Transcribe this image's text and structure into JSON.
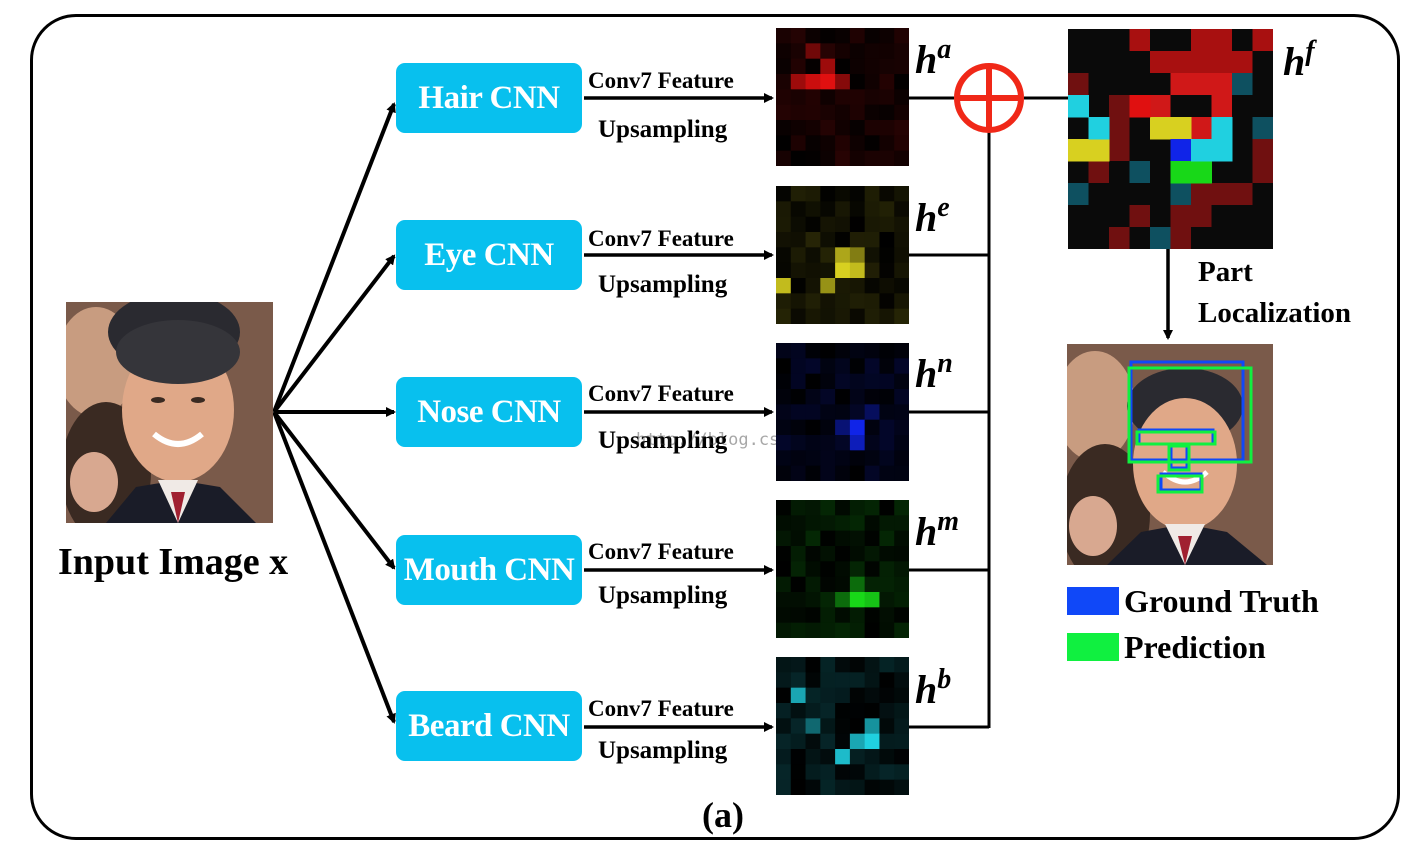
{
  "input": {
    "label": "Input Image x"
  },
  "branches": [
    {
      "name": "Hair CNN",
      "conv": "Conv7 Feature",
      "ups": "Upsampling",
      "h_base": "h",
      "h_sup": "a",
      "color": "#e01010"
    },
    {
      "name": "Eye CNN",
      "conv": "Conv7 Feature",
      "ups": "Upsampling",
      "h_base": "h",
      "h_sup": "e",
      "color": "#d8d020"
    },
    {
      "name": "Nose CNN",
      "conv": "Conv7 Feature",
      "ups": "Upsampling",
      "h_base": "h",
      "h_sup": "n",
      "color": "#1024e8"
    },
    {
      "name": "Mouth CNN",
      "conv": "Conv7 Feature",
      "ups": "Upsampling",
      "h_base": "h",
      "h_sup": "m",
      "color": "#18d818"
    },
    {
      "name": "Beard CNN",
      "conv": "Conv7 Feature",
      "ups": "Upsampling",
      "h_base": "h",
      "h_sup": "b",
      "color": "#20d0e0"
    }
  ],
  "fusion": {
    "h_base": "h",
    "h_sup": "f",
    "operator_color": "#f02818"
  },
  "part_localization": {
    "line1": "Part",
    "line2": "Localization"
  },
  "legend": [
    {
      "label": "Ground Truth",
      "color": "#1048f8"
    },
    {
      "label": "Prediction",
      "color": "#10f040"
    }
  ],
  "caption": "(a)",
  "watermark": "http://blog.csdn.net/"
}
